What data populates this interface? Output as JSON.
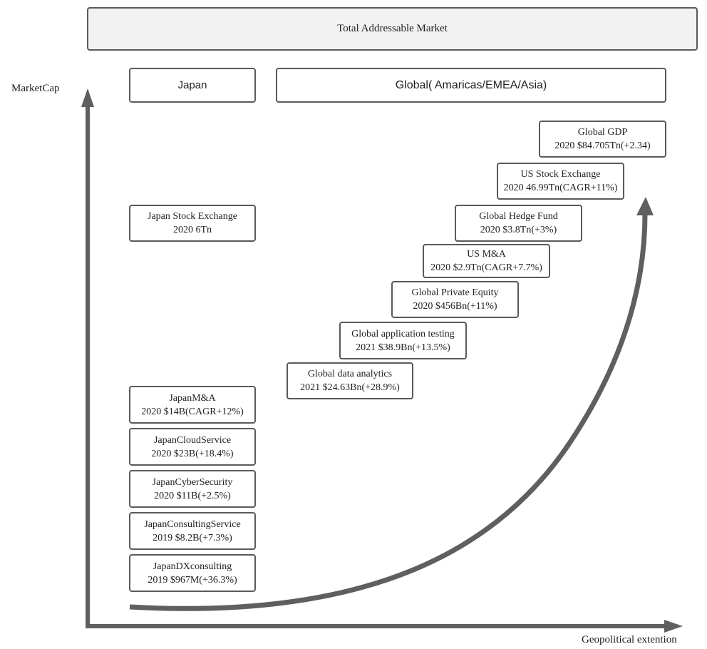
{
  "header": {
    "title": "Total Addressable Market"
  },
  "regions": {
    "japan": "Japan",
    "global": "Global( Amaricas/EMEA/Asia)"
  },
  "axes": {
    "y_label": "MarketCap",
    "x_label": "Geopolitical extention"
  },
  "japan_markets": [
    {
      "name": "Japan Stock Exchange",
      "value": "2020 6Tn"
    },
    {
      "name": "JapanM&A",
      "value": "2020 $14B(CAGR+12%)"
    },
    {
      "name": "JapanCloudService",
      "value": "2020 $23B(+18.4%)"
    },
    {
      "name": "JapanCyberSecurity",
      "value": "2020 $11B(+2.5%)"
    },
    {
      "name": "JapanConsultingService",
      "value": "2019 $8.2B(+7.3%)"
    },
    {
      "name": "JapanDXconsulting",
      "value": "2019 $967M(+36.3%)"
    }
  ],
  "global_markets": [
    {
      "name": "Global GDP",
      "value": "2020  $84.705Tn(+2.34)"
    },
    {
      "name": "US Stock Exchange",
      "value": "2020 46.99Tn(CAGR+11%)"
    },
    {
      "name": "Global Hedge Fund",
      "value": "2020 $3.8Tn(+3%)"
    },
    {
      "name": "US M&A",
      "value": "2020 $2.9Tn(CAGR+7.7%)"
    },
    {
      "name": "Global Private Equity",
      "value": "2020 $456Bn(+11%)"
    },
    {
      "name": "Global application testing",
      "value": "2021 $38.9Bn(+13.5%)"
    },
    {
      "name": "Global data analytics",
      "value": "2021 $24.63Bn(+28.9%)"
    }
  ],
  "colors": {
    "axis": "#5f5f5f",
    "border": "#5a5a5a",
    "header_fill": "#f2f2f2"
  }
}
